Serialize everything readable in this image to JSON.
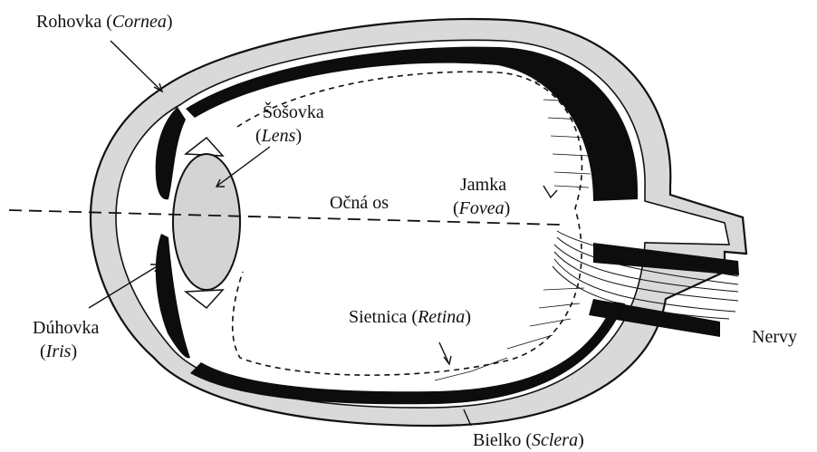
{
  "labels": {
    "cornea": {
      "main": "Rohovka (",
      "latin": "Cornea",
      "close": ")"
    },
    "lens": {
      "main": "Šošovka",
      "latin_open": "(",
      "latin": "Lens",
      "latin_close": ")"
    },
    "axis": {
      "main": "Očná os"
    },
    "fovea": {
      "main": "Jamka",
      "latin_open": "(",
      "latin": "Fovea",
      "latin_close": ")"
    },
    "iris": {
      "main": "Dúhovka",
      "latin_open": "(",
      "latin": "Iris",
      "latin_close": ")"
    },
    "retina": {
      "main": "Sietnica (",
      "latin": "Retina",
      "close": ")"
    },
    "nerves": {
      "main": "Nervy"
    },
    "sclera": {
      "main": "Bielko (",
      "latin": "Sclera",
      "close": ")"
    }
  },
  "colors": {
    "outline": "#111111",
    "sclera_fill": "#d9d9d9",
    "lens_fill": "#d4d4d4",
    "dark_layer": "#0d0d0d",
    "background": "#ffffff"
  }
}
